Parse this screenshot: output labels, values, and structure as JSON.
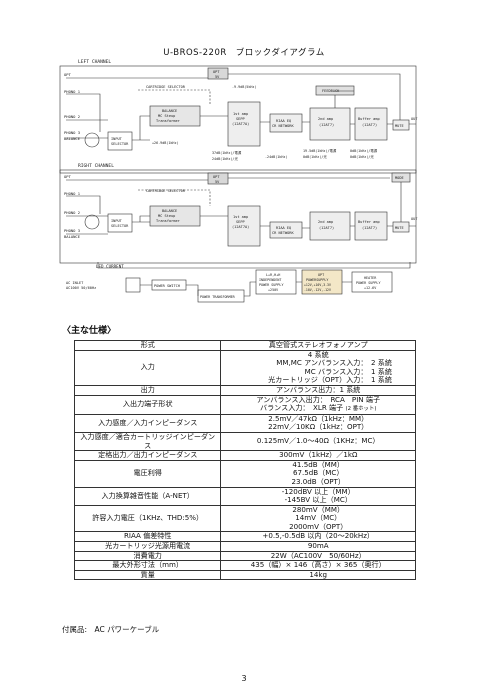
{
  "page_title": "U-BROS-220R　ブロックダイアグラム",
  "diagram": {
    "left_channel_label": "LEFT CHANNEL",
    "right_channel_label": "RIGHT CHANNEL",
    "led_current_label": "LED CURRENT",
    "opt": "OPT",
    "phono1": "PHONO 1",
    "phono2": "PHONO 2",
    "phono3": "PHONO 3",
    "balance": "BALANCE",
    "input_selector_1": "INPUT",
    "input_selector_2": "SELECTOR",
    "cartridge_selector": "CARTRIDGE SELECTOR",
    "opt_5v_1": "OPT",
    "opt_5v_2": "5V",
    "balance_box_1": "BALANCE",
    "balance_box_2": "MC Steup",
    "balance_box_3": "Transformer",
    "amp1_1": "1st amp",
    "amp1_2": "SEPP",
    "amp1_3": "(12AT7A)",
    "riaa_1": "RIAA EQ",
    "riaa_2": "CR NETWORK",
    "amp2_1": "2nd amp",
    "amp2_2": "(12AT7)",
    "buffer_1": "Buffer amp",
    "buffer_2": "(12AT7)",
    "mute": "MUTE",
    "out": "OUT",
    "feedback": "FEEDBACK",
    "mode": "MODE",
    "gain_opt": "-9.9dB(5kHz)",
    "gain_mm": "+26.9dB(1kHz)",
    "gain_a": "37dB(1kHz)/電源",
    "gain_b": "24dB(1kHz)/光",
    "gain_c": "-24dB(1kHz)",
    "gain_d": "19.5dB(1kHz)/電源",
    "gain_e": "0dB(1kHz)/光",
    "gain_f": "0dB(1kHz)/電源",
    "gain_g": "0dB(1kHz)/光",
    "ac_inlet_1": "AC INLET",
    "ac_inlet_2": "AC100V 50/60Hz",
    "power_switch": "POWER SWITCH",
    "power_transformer": "POWER TRANSFORMER",
    "indep_1": "L+R,H+H",
    "indep_2": "INDEPENDENT",
    "indep_3": "POWER SUPPLY",
    "indep_4": "+250V",
    "opt_ps_1": "OPT",
    "opt_ps_2": "POWERSUPPLY",
    "opt_ps_3": "+12V,+10V,3.3V",
    "opt_ps_4": "-10V,-12V,-12V",
    "heater_1": "HEATER",
    "heater_2": "POWER SUPPLY",
    "heater_3": "+12.6V"
  },
  "specs_heading": "〈主な仕様〉",
  "specs": [
    {
      "label": "形式",
      "values": [
        "真空管式ステレオフォノアンプ"
      ]
    },
    {
      "label": "入力",
      "values": [
        "4 系統",
        "MM,MC アンバランス入力：　2 系統",
        "MC バランス入力：　1 系統",
        "光カートリッジ（OPT）入力：　1 系統"
      ]
    },
    {
      "label": "出力",
      "values": [
        "アンバランス出力：1 系統"
      ]
    },
    {
      "label": "入出力端子形状",
      "values": [
        "アンバランス入出力：　RCA　PIN 端子",
        "バランス入力：　XLR 端子"
      ],
      "note": "(2 番ホット)"
    },
    {
      "label": "入力感度／入力インピーダンス",
      "values": [
        "2.5mV／47kΩ（1kHz：MM）",
        "22mV／10KΩ（1kHz：OPT）"
      ]
    },
    {
      "label": "入力感度／適合カートリッジインピーダンス",
      "values": [
        "0.125mV／1.0～40Ω（1KHz：MC）"
      ]
    },
    {
      "label": "定格出力／出力インピーダンス",
      "values": [
        "300mV（1kHz）／1kΩ"
      ]
    },
    {
      "label": "電圧利得",
      "values": [
        "41.5dB（MM）",
        "67.5dB（MC）",
        "23.0dB（OPT）"
      ]
    },
    {
      "label": "入力換算雑音性能（A-NET）",
      "values": [
        "-120dBV 以上（MM）",
        "-145BV 以上（MC）"
      ]
    },
    {
      "label": "許容入力電圧（1KHz、THD:5%）",
      "values": [
        "280mV（MM）",
        "14mV（MC）",
        "2000mV（OPT）"
      ]
    },
    {
      "label": "RIAA 偏差特性",
      "values": [
        "+0.5,-0.5dB 以内（20～20kHz）"
      ]
    },
    {
      "label": "光カートリッジ光源用電流",
      "values": [
        "90mA"
      ]
    },
    {
      "label": "消費電力",
      "values": [
        "22W（AC100V　50/60Hz）"
      ]
    },
    {
      "label": "最大外形寸法（mm）",
      "values": [
        "435（幅）× 146（高さ）× 365（奥行）"
      ]
    },
    {
      "label": "質量",
      "values": [
        "14kg"
      ]
    }
  ],
  "accessories": "付属品:　AC パワーケーブル",
  "page_number": "3"
}
